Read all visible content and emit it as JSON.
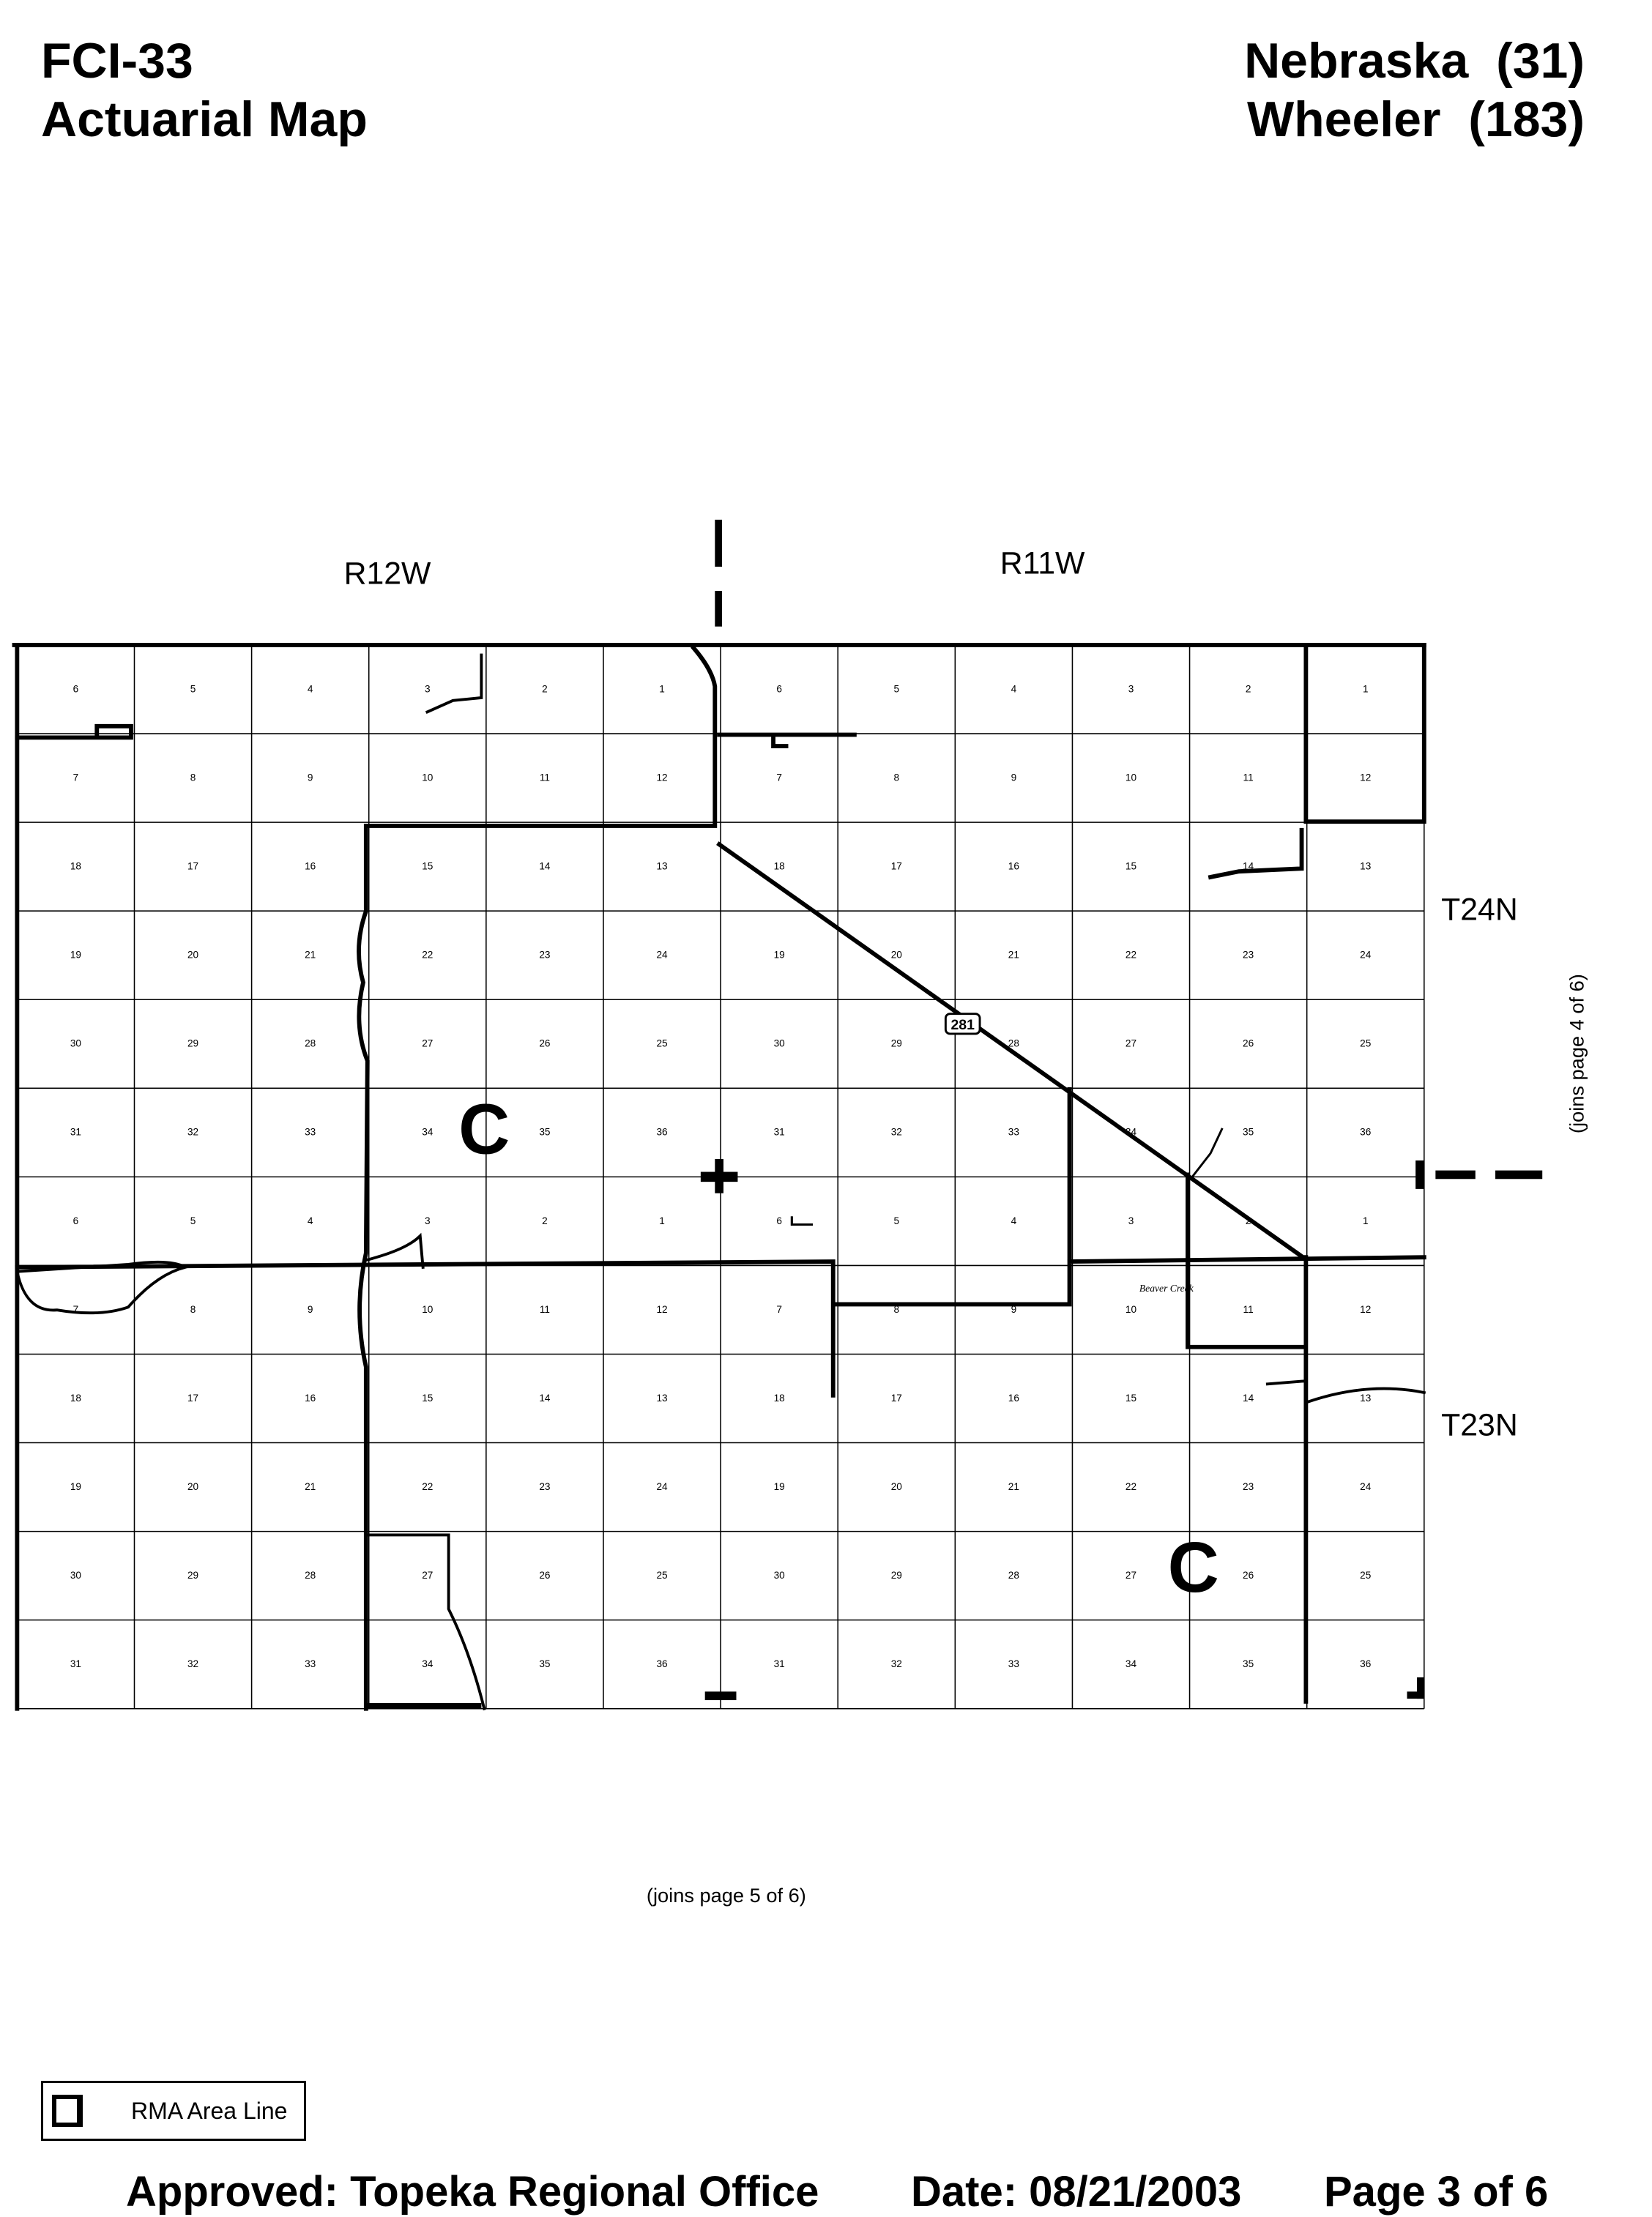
{
  "header": {
    "form_id": "FCI-33",
    "title": "Actuarial Map",
    "state": "Nebraska  (31)",
    "county": "Wheeler  (183)"
  },
  "map": {
    "ranges": [
      "R12W",
      "R11W"
    ],
    "townships": [
      "T24N",
      "T23N"
    ],
    "highway": "281",
    "creek": "Beaver Creek",
    "area_labels": [
      "C",
      "C"
    ],
    "join_right": "(joins page 4 of 6)",
    "join_bottom": "(joins page 5 of 6)",
    "sections": [
      [
        6,
        5,
        4,
        3,
        2,
        1,
        6,
        5,
        4,
        3,
        2,
        1
      ],
      [
        7,
        8,
        9,
        10,
        11,
        12,
        7,
        8,
        9,
        10,
        11,
        12
      ],
      [
        18,
        17,
        16,
        15,
        14,
        13,
        18,
        17,
        16,
        15,
        14,
        13
      ],
      [
        19,
        20,
        21,
        22,
        23,
        24,
        19,
        20,
        21,
        22,
        23,
        24
      ],
      [
        30,
        29,
        28,
        27,
        26,
        25,
        30,
        29,
        28,
        27,
        26,
        25
      ],
      [
        31,
        32,
        33,
        34,
        35,
        36,
        31,
        32,
        33,
        34,
        35,
        36
      ],
      [
        6,
        5,
        4,
        3,
        2,
        1,
        6,
        5,
        4,
        3,
        2,
        1
      ],
      [
        7,
        8,
        9,
        10,
        11,
        12,
        7,
        8,
        9,
        10,
        11,
        12
      ],
      [
        18,
        17,
        16,
        15,
        14,
        13,
        18,
        17,
        16,
        15,
        14,
        13
      ],
      [
        19,
        20,
        21,
        22,
        23,
        24,
        19,
        20,
        21,
        22,
        23,
        24
      ],
      [
        30,
        29,
        28,
        27,
        26,
        25,
        30,
        29,
        28,
        27,
        26,
        25
      ],
      [
        31,
        32,
        33,
        34,
        35,
        36,
        31,
        32,
        33,
        34,
        35,
        36
      ]
    ]
  },
  "legend": {
    "label": "RMA Area Line"
  },
  "footer": {
    "approved": "Approved:  Topeka Regional Office",
    "date": "Date:  08/21/2003",
    "page": "Page 3 of 6"
  }
}
